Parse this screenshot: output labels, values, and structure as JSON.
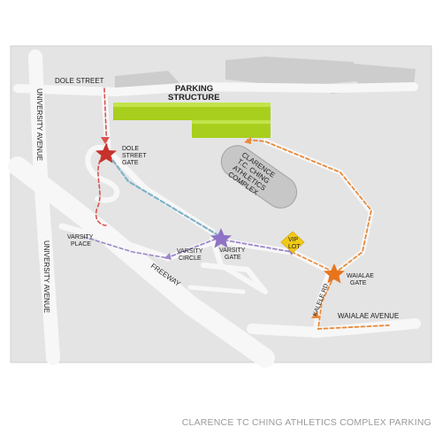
{
  "map": {
    "labels": {
      "dole_street": "DOLE STREET",
      "parking_structure_1": "PARKING",
      "parking_structure_2": "STRUCTURE",
      "university_avenue_top": "UNIVERSITY AVENUE",
      "university_avenue_bottom": "UNIVERSITY AVENUE",
      "dole_street_gate_1": "DOLE",
      "dole_street_gate_2": "STREET",
      "dole_street_gate_3": "GATE",
      "complex_1": "CLARENCE",
      "complex_2": "T.C. CHING",
      "complex_3": "ATHLETICS",
      "complex_4": "COMPLEX",
      "varsity_place_1": "VARSITY",
      "varsity_place_2": "PLACE",
      "varsity_circle_1": "VARSITY",
      "varsity_circle_2": "CIRCLE",
      "varsity_gate_1": "VARSITY",
      "varsity_gate_2": "GATE",
      "vip_lot_1": "VIP",
      "vip_lot_2": "LOT",
      "freeway": "FREEWAY",
      "waialae_gate_1": "WAIALAE",
      "waialae_gate_2": "GATE",
      "kalele_rd": "KALELE RD",
      "waialae_avenue": "WAIALAE AVENUE"
    },
    "colors": {
      "background": "#e4e4e4",
      "road": "#f7f7f7",
      "building": "#cfcfcf",
      "parking": "#a8cf1e",
      "route_red": "#d9534f",
      "route_blue": "#7fb2c8",
      "route_purple": "#9b87c9",
      "route_orange": "#e98a3a",
      "star_red": "#c8312c",
      "star_purple": "#8e73c6",
      "star_orange": "#e8741c",
      "vip": "#f2c916"
    },
    "icons": [
      "star-icon",
      "arrow-icon",
      "diamond-icon"
    ],
    "caption": "CLARENCE TC CHING ATHLETICS COMPLEX PARKING"
  }
}
